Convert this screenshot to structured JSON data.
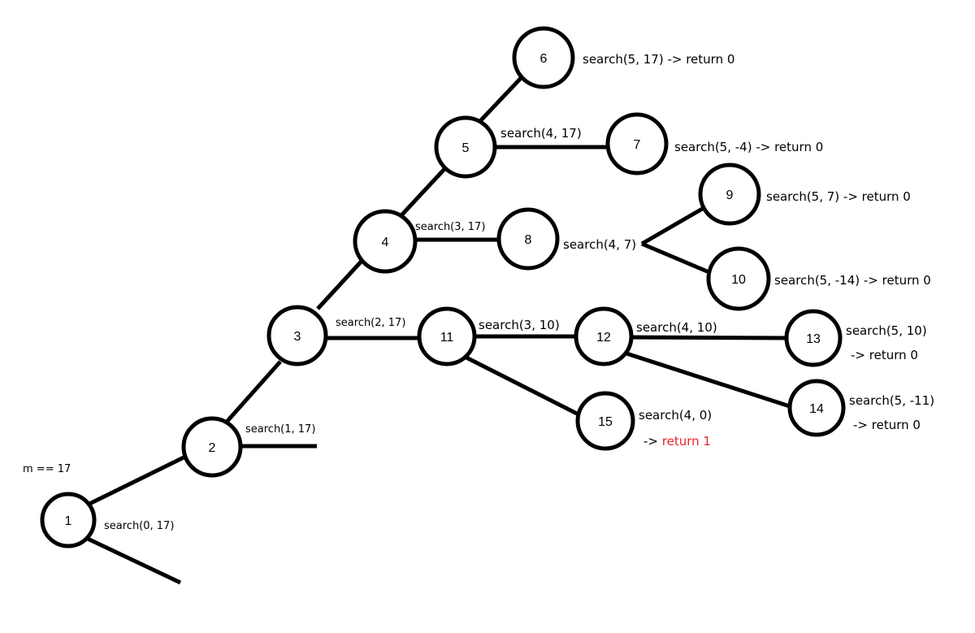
{
  "colors": {
    "line": "#000000",
    "background": "#ffffff",
    "highlight": "#e8232a"
  },
  "condition": "m == 17",
  "nodes": {
    "n1": "1",
    "n2": "2",
    "n3": "3",
    "n4": "4",
    "n5": "5",
    "n6": "6",
    "n7": "7",
    "n8": "8",
    "n9": "9",
    "n10": "10",
    "n11": "11",
    "n12": "12",
    "n13": "13",
    "n14": "14",
    "n15": "15"
  },
  "calls": {
    "c0": "search(0, 17)",
    "c1": "search(1, 17)",
    "c2": "search(2, 17)",
    "c3": "search(3, 17)",
    "c4": "search(4, 17)",
    "c6": "search(5, 17) -> return 0",
    "c7": "search(5, -4) -> return 0",
    "c8": "search(4, 7)",
    "c9": "search(5, 7) -> return 0",
    "c10": "search(5, -14) -> return 0",
    "c11": "search(3, 10)",
    "c12": "search(4, 10)",
    "c13a": "search(5, 10)",
    "c13b": "-> return 0",
    "c14a": "search(5, -11)",
    "c14b": "-> return 0",
    "c15a": "search(4, 0)",
    "c15arrow": "-> ",
    "c15ret": "return 1"
  }
}
